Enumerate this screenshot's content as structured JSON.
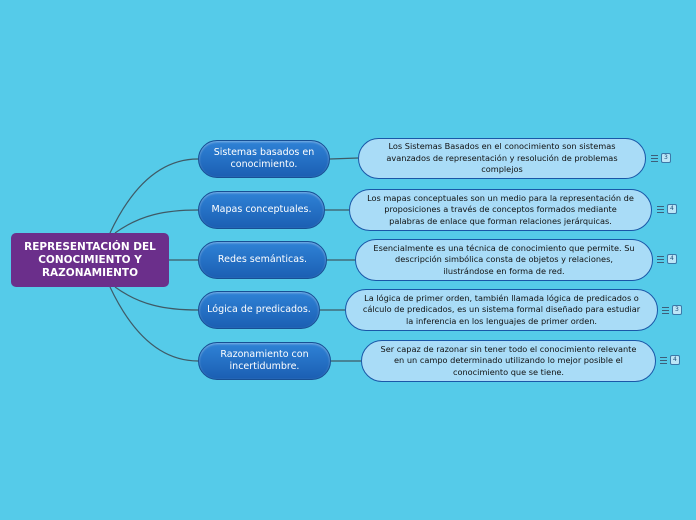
{
  "central": {
    "label": "REPRESENTACIÓN DEL CONOCIMIENTO Y RAZONAMIENTO"
  },
  "branches": [
    {
      "topic": "Sistemas basados en conocimiento.",
      "description": "Los Sistemas Basados en el conocimiento son sistemas avanzados de representación y resolución de problemas complejos",
      "count": "3"
    },
    {
      "topic": "Mapas conceptuales.",
      "description": "Los mapas conceptuales son un medio para la representación de proposiciones a través de conceptos formados mediante palabras de enlace que forman relaciones jerárquicas.",
      "count": "4"
    },
    {
      "topic": "Redes semánticas.",
      "description": "Esencialmente es una técnica de conocimiento que permite. Su descripción simbólica consta de objetos y relaciones, ilustrándose en forma de red.",
      "count": "4"
    },
    {
      "topic": "Lógica de predicados.",
      "description": "La lógica de primer orden, también llamada lógica de predicados o cálculo de predicados, es un sistema formal diseñado para estudiar la inferencia en los lenguajes de primer orden.",
      "count": "3"
    },
    {
      "topic": "Razonamiento con incertidumbre.",
      "description": "Ser capaz de razonar sin tener todo el conocimiento relevante en un campo determinado utilizando lo mejor posible el conocimiento que se tiene.",
      "count": "4"
    }
  ]
}
